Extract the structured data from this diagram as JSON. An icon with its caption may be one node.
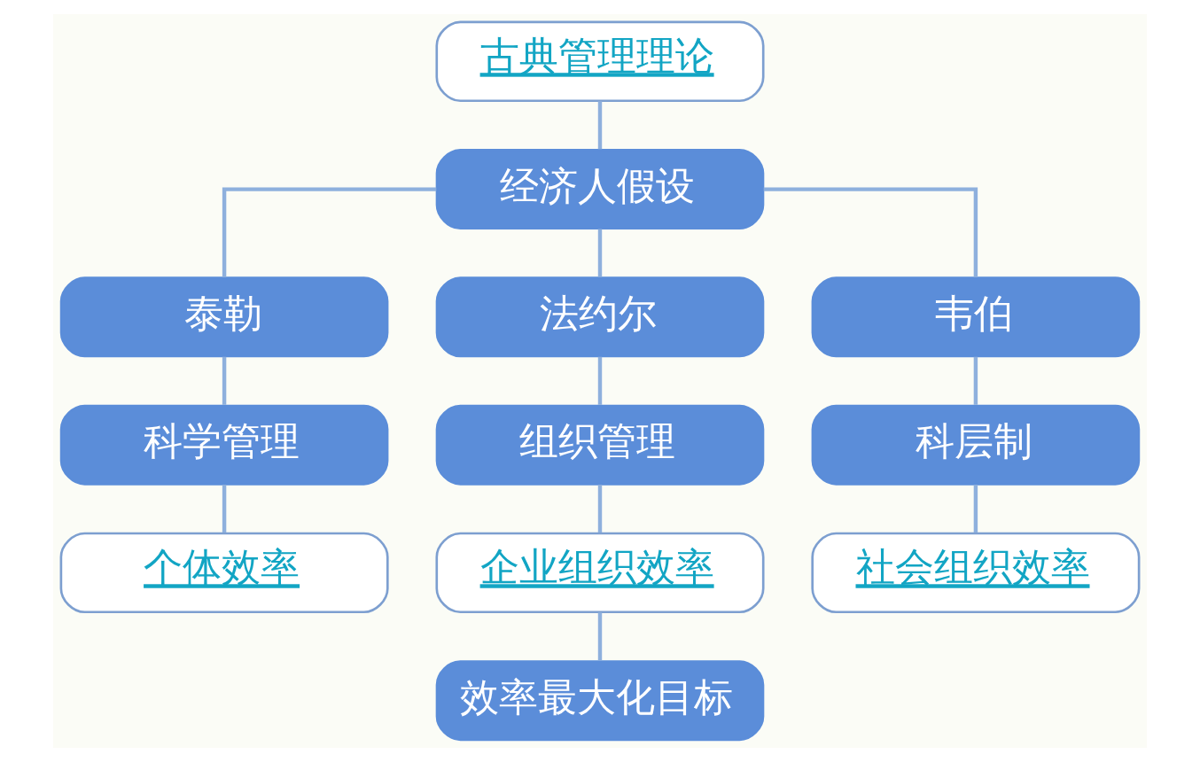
{
  "diagram": {
    "nodes": [
      {
        "text": [
          "古典管理理论"
        ]
      },
      {
        "text": [
          "经济人假设"
        ]
      },
      {
        "text": [
          "泰勒"
        ]
      },
      {
        "text": [
          "法约尔"
        ]
      },
      {
        "text": [
          "韦伯"
        ]
      },
      {
        "text": [
          "科学管理"
        ]
      },
      {
        "text": [
          "组织管理"
        ]
      },
      {
        "text": [
          "科层制"
        ]
      },
      {
        "text": [
          "个体效率"
        ]
      },
      {
        "text": [
          "企业组织效率"
        ]
      },
      {
        "text": [
          "社会组织效率"
        ]
      },
      {
        "text": [
          "效率最大化目标"
        ]
      }
    ],
    "edges": [
      {
        "from": 0,
        "to": 1,
        "arrow": "none"
      },
      {
        "from": 1,
        "to": 2,
        "arrow": "none"
      },
      {
        "from": 1,
        "to": 3,
        "arrow": "none"
      },
      {
        "from": 1,
        "to": 4,
        "arrow": "none"
      },
      {
        "from": 2,
        "to": 5,
        "arrow": "none"
      },
      {
        "from": 3,
        "to": 6,
        "arrow": "none"
      },
      {
        "from": 4,
        "to": 7,
        "arrow": "none"
      },
      {
        "from": 5,
        "to": 8,
        "arrow": "none"
      },
      {
        "from": 6,
        "to": 9,
        "arrow": "none"
      },
      {
        "from": 7,
        "to": 10,
        "arrow": "none"
      },
      {
        "from": 9,
        "to": 11,
        "arrow": "none"
      }
    ]
  }
}
